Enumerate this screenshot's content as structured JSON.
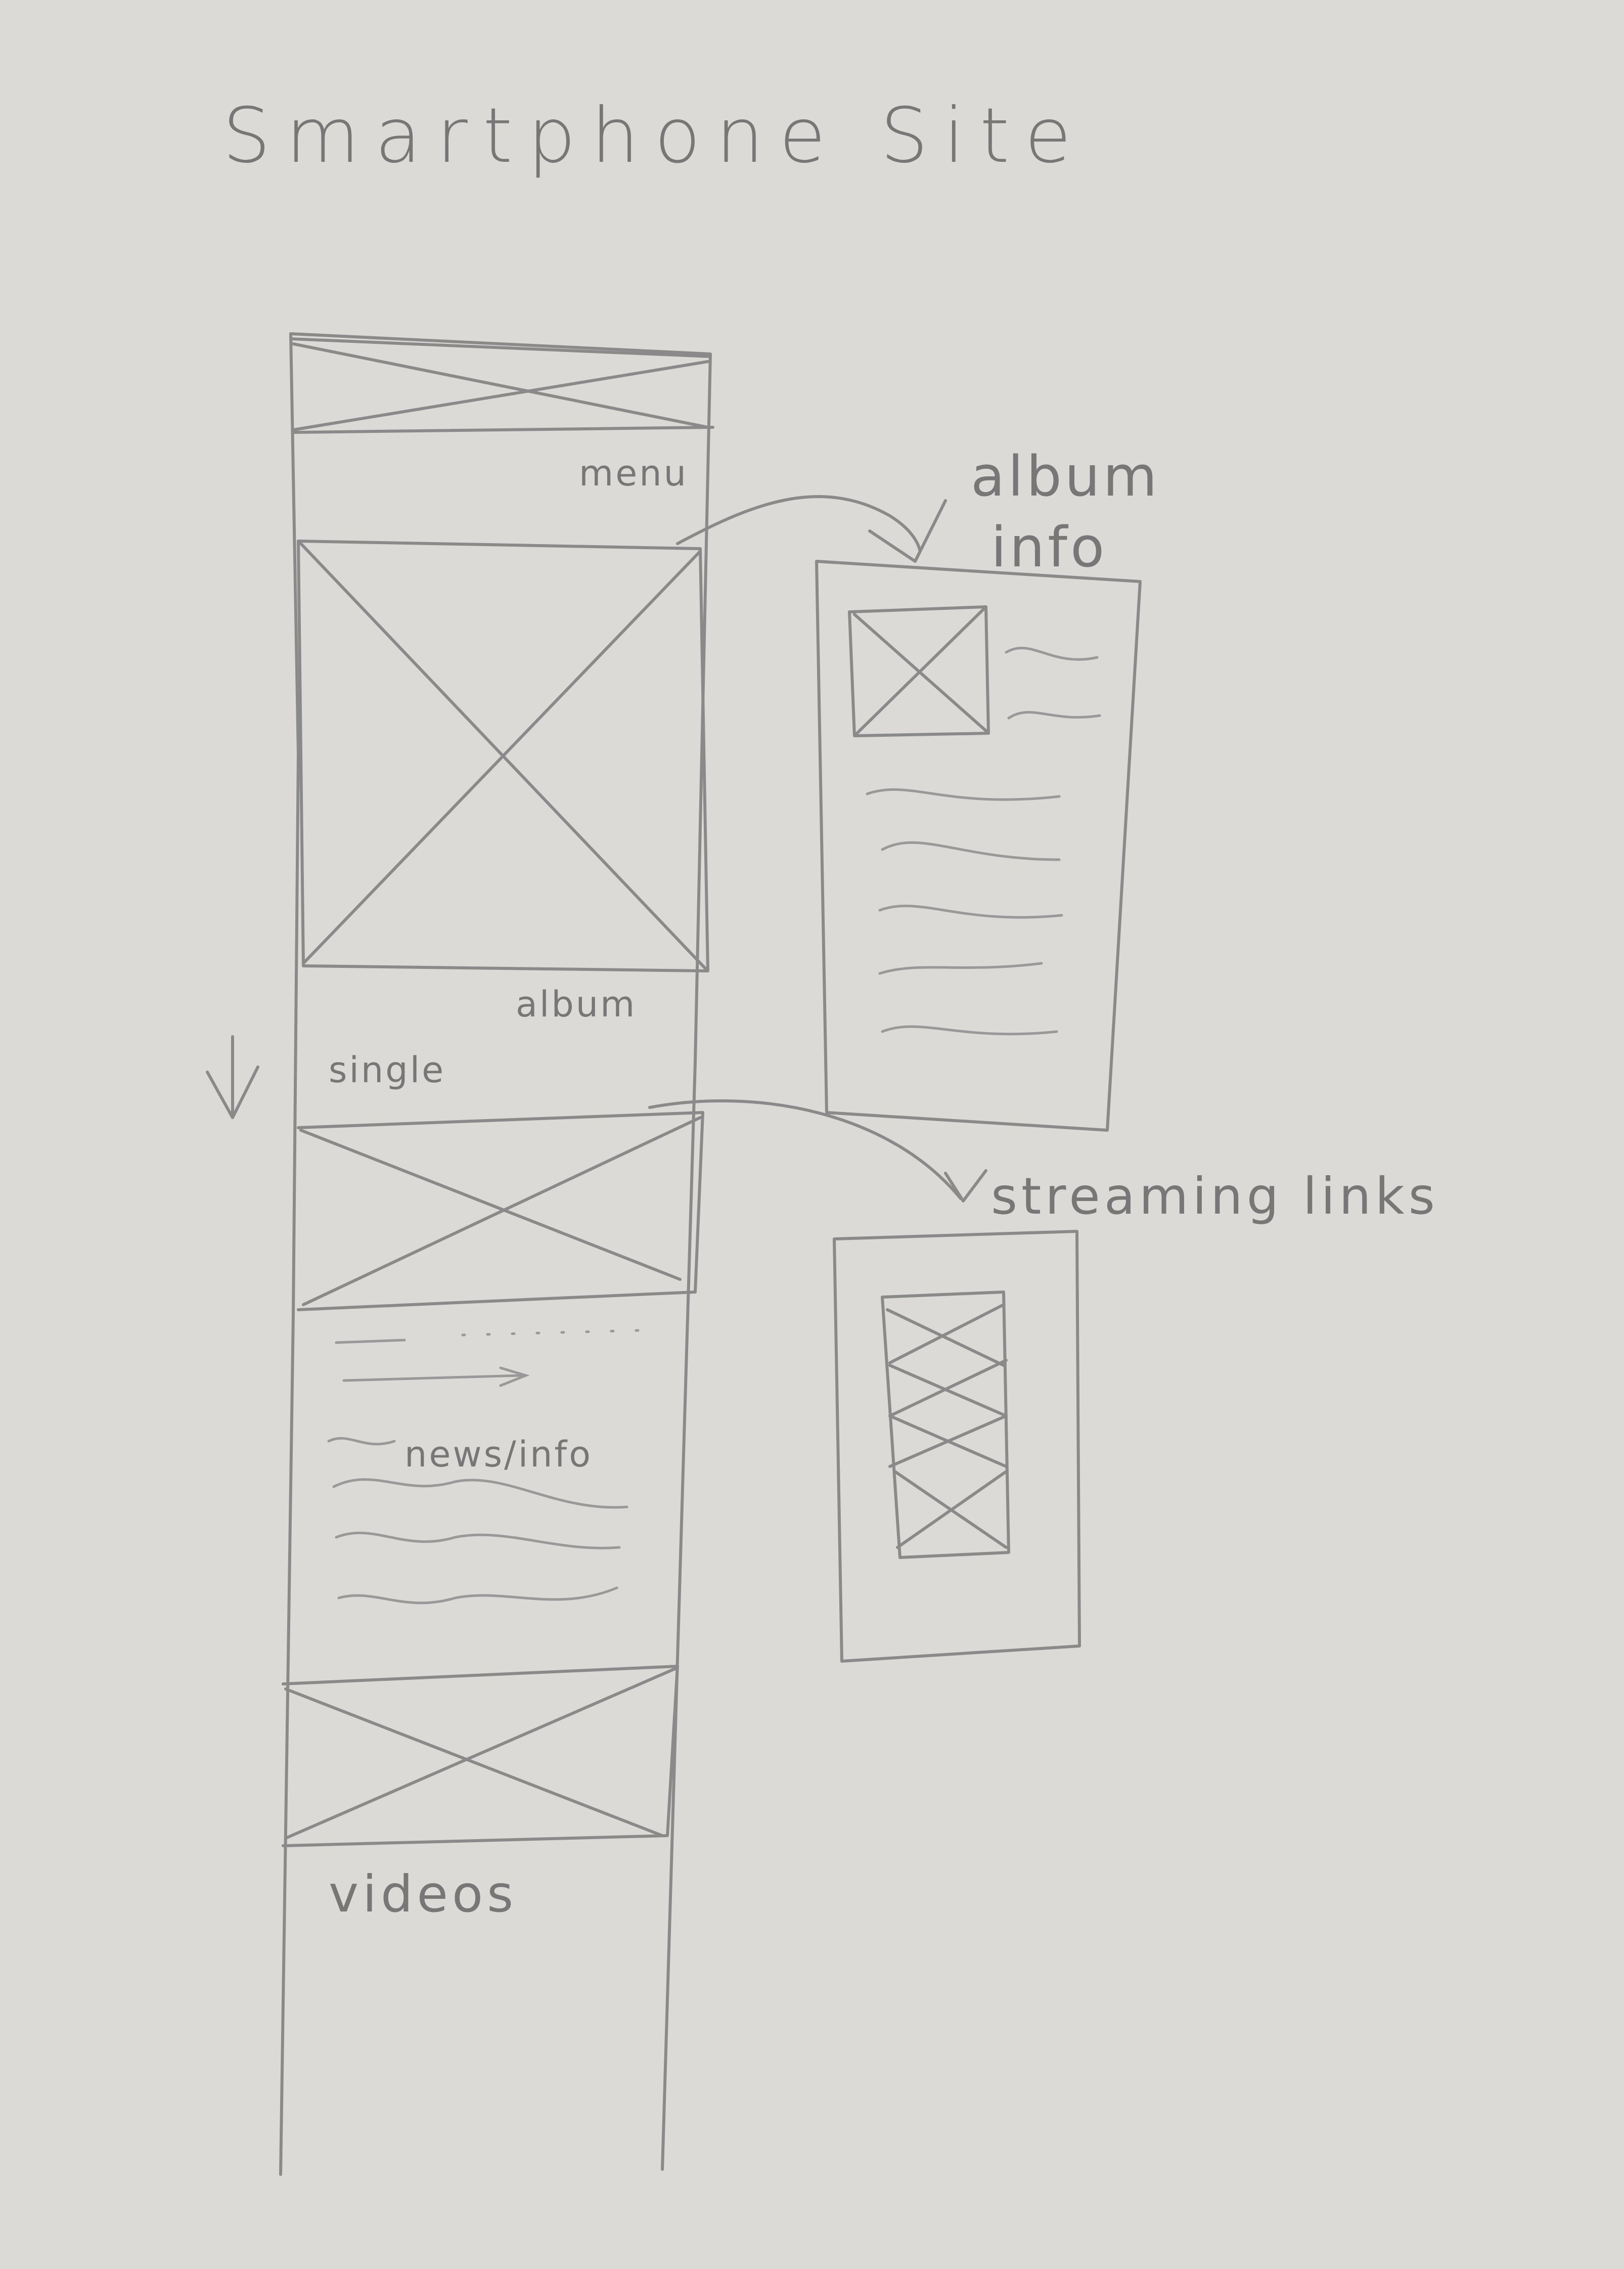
{
  "sheet_title": "Smartphone Site",
  "phone": {
    "menu_label": "menu",
    "album_label": "album",
    "single_label": "single",
    "news_label": "news/info",
    "videos_label": "videos"
  },
  "album_info": {
    "label_line1": "album",
    "label_line2": "info"
  },
  "streaming": {
    "label": "streaming links"
  },
  "colors": {
    "paper": "#dcdad6",
    "pencil": "#8a8a8a"
  }
}
